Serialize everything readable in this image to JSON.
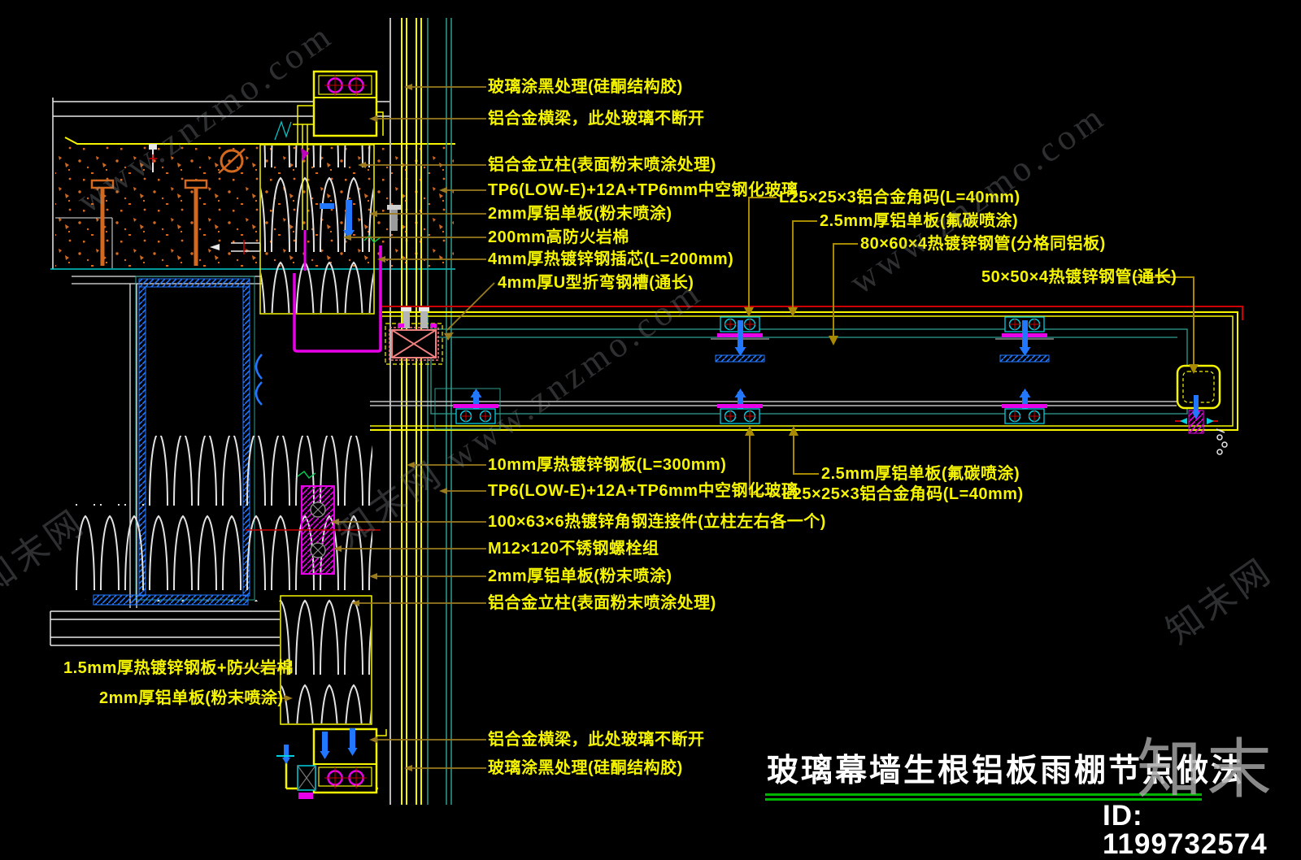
{
  "drawing": {
    "title": "玻璃幕墙生根铝板雨棚节点做法",
    "id_label": "ID: 1199732574",
    "annotations": [
      {
        "text": "玻璃涂黑处理(硅酮结构胶)"
      },
      {
        "text": "铝合金横梁，此处玻璃不断开"
      },
      {
        "text": "铝合金立柱(表面粉末喷涂处理)"
      },
      {
        "text": "TP6(LOW-E)+12A+TP6mm中空钢化玻璃"
      },
      {
        "text": "2mm厚铝单板(粉末喷涂)"
      },
      {
        "text": "200mm高防火岩棉"
      },
      {
        "text": "4mm厚热镀锌钢插芯(L=200mm)"
      },
      {
        "text": "4mm厚U型折弯钢槽(通长)"
      },
      {
        "text": "L25×25×3铝合金角码(L=40mm)"
      },
      {
        "text": "2.5mm厚铝单板(氟碳喷涂)"
      },
      {
        "text": "80×60×4热镀锌钢管(分格同铝板)"
      },
      {
        "text": "50×50×4热镀锌钢管(通长)"
      },
      {
        "text": "10mm厚热镀锌钢板(L=300mm)"
      },
      {
        "text": "TP6(LOW-E)+12A+TP6mm中空钢化玻璃"
      },
      {
        "text": "100×63×6热镀锌角钢连接件(立柱左右各一个)"
      },
      {
        "text": "M12×120不锈钢螺栓组"
      },
      {
        "text": "2mm厚铝单板(粉末喷涂)"
      },
      {
        "text": "铝合金立柱(表面粉末喷涂处理)"
      },
      {
        "text": "2.5mm厚铝单板(氟碳喷涂)"
      },
      {
        "text": "L25×25×3铝合金角码(L=40mm)"
      },
      {
        "text": "1.5mm厚热镀锌钢板+防火岩棉"
      },
      {
        "text": "2mm厚铝单板(粉末喷涂)"
      },
      {
        "text": "铝合金横梁，此处玻璃不断开"
      },
      {
        "text": "玻璃涂黑处理(硅酮结构胶)"
      }
    ],
    "watermark": {
      "site": "www.znzmo.com",
      "brand": "知末网",
      "brand_short": "知末",
      "brand_site": "知末网 www.znzmo.com"
    },
    "colors": {
      "background": "#000000",
      "annotation_text": "#f5f500",
      "aluminum_yellow": "#f5f500",
      "steel_magenta": "#e800e8",
      "glass_teal": "#2e9e8e",
      "bolt_blue": "#2277ff",
      "highlight_red": "#cc0000",
      "concrete_orange": "#d2691e",
      "insert_salmon": "#f08080",
      "leader_olive": "#a88a00",
      "rockwool_white": "#e8e8e8",
      "title_underline_green": "#00b400",
      "watermark_gray": "#8e9296"
    }
  }
}
